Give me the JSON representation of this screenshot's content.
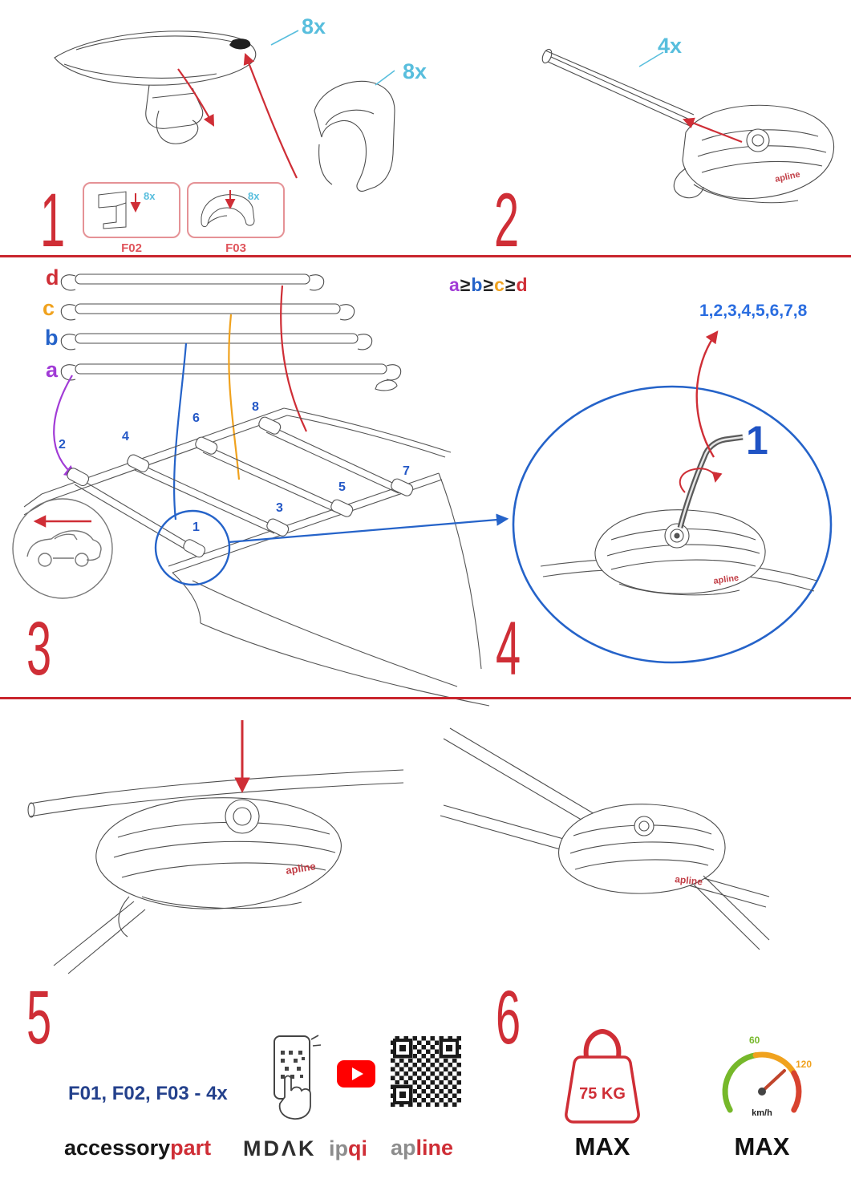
{
  "steps": {
    "one": "1",
    "two": "2",
    "three": "3",
    "four": "4",
    "five": "5",
    "six": "6"
  },
  "step1": {
    "qty_cap": "8x",
    "qty_cover": "8x",
    "boxes": [
      {
        "label": "F02",
        "qty": "8x"
      },
      {
        "label": "F03",
        "qty": "8x"
      }
    ]
  },
  "step2": {
    "qty": "4x"
  },
  "step3": {
    "bars": {
      "d": "d",
      "c": "c",
      "b": "b",
      "a": "a"
    },
    "formula": {
      "a": "a",
      "ge1": "≥",
      "b": "b",
      "ge2": "≥",
      "c": "c",
      "ge3": "≥",
      "d": "d"
    },
    "positions": [
      "1",
      "2",
      "3",
      "4",
      "5",
      "6",
      "7",
      "8"
    ]
  },
  "step4": {
    "sequence": "1,2,3,4,5,6,7,8",
    "callout": "1"
  },
  "step5": {
    "parts_line": "F01, F02, F03 - 4x"
  },
  "step6": {
    "weight_value": "75 KG",
    "weight_max": "MAX",
    "speed_low": "60",
    "speed_high": "120",
    "speed_unit": "km/h",
    "speed_max": "MAX"
  },
  "brands": {
    "accessory": "accessory",
    "part": "part",
    "mdak": "MDΛK",
    "ip": "ip",
    "qi": "qi",
    "ap": "ap",
    "line": "line",
    "foot_logo": "apline"
  }
}
